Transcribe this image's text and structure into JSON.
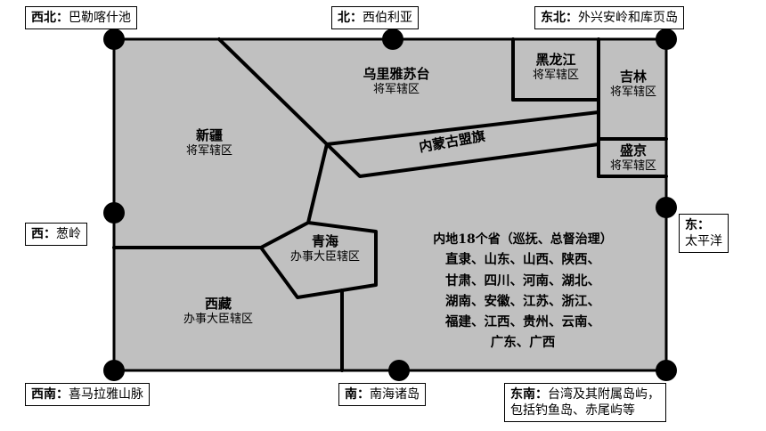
{
  "colors": {
    "land": "#c0c0c0",
    "line": "#000000",
    "box_bg": "#ffffff"
  },
  "regions": {
    "xinjiang": {
      "name": "新疆",
      "type": "将军辖区"
    },
    "uliastai": {
      "name": "乌里雅苏台",
      "type": "将军辖区"
    },
    "heilongjiang": {
      "name": "黑龙江",
      "type": "将军辖区"
    },
    "jilin": {
      "name": "吉林",
      "type": "将军辖区"
    },
    "shengjing": {
      "name": "盛京",
      "type": "将军辖区"
    },
    "inner_mongolia": {
      "name": "内蒙古盟旗"
    },
    "qinghai": {
      "name": "青海",
      "type": "办事大臣辖区"
    },
    "tibet": {
      "name": "西藏",
      "type": "办事大臣辖区"
    },
    "interior": {
      "title": "内地18个省（巡抚、总督治理）",
      "lines": [
        "直隶、山东、山西、陕西、",
        "甘肃、四川、河南、湖北、",
        "湖南、安徽、江苏、浙江、",
        "福建、江西、贵州、云南、",
        "广东、广西"
      ]
    }
  },
  "borders": {
    "northwest": {
      "dir": "西北：",
      "place": "巴勒喀什池"
    },
    "north": {
      "dir": "北：",
      "place": "西伯利亚"
    },
    "northeast": {
      "dir": "东北：",
      "place": "外兴安岭和库页岛"
    },
    "west": {
      "dir": "西：",
      "place": "葱岭"
    },
    "east": {
      "dir": "东：",
      "place": "太平洋"
    },
    "southwest": {
      "dir": "西南：",
      "place": "喜马拉雅山脉"
    },
    "south": {
      "dir": "南：",
      "place": "南海诸岛"
    },
    "southeast": {
      "dir": "东南：",
      "place": "台湾及其附属岛屿，",
      "place2": "包括钓鱼岛、赤尾屿等"
    }
  }
}
